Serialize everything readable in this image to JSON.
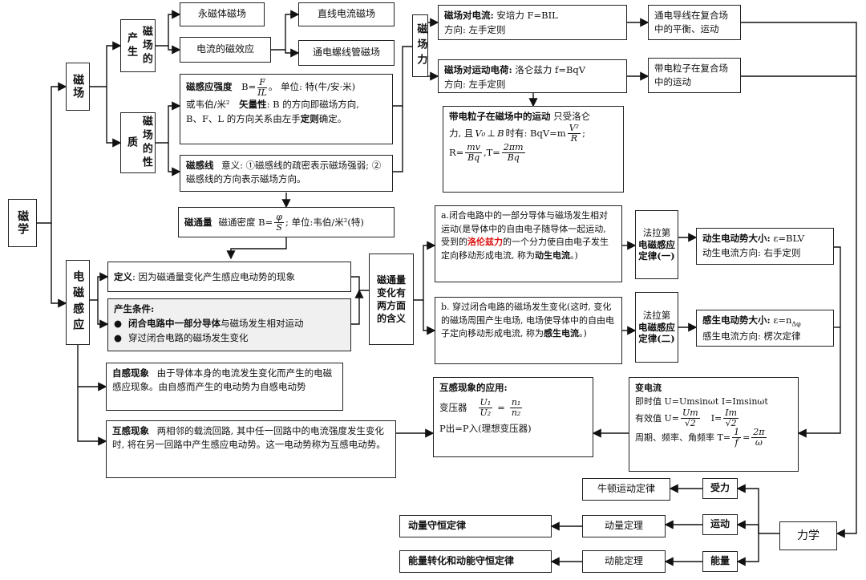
{
  "n": {
    "ci": "磁学",
    "cichang": "磁场",
    "chansheng": "磁场的产生",
    "yongci": "永磁体磁场",
    "dianliu_cixiao": "电流的磁效应",
    "zhixian": "直线电流磁场",
    "luoxian": "通电螺线管磁场",
    "xingzhi": "磁场的性质",
    "qiangdu": {
      "title": "磁感应强度",
      "formula_pre": "B=",
      "num": "F",
      "den": "IL",
      "unit": "。 单位: 特(牛/安·米)",
      "line2a": "或韦伯/米²",
      "vec_label": "矢量性",
      "line2b": ": B 的方向即磁场方向,",
      "line3a": "B、F、L 的方向关系由左手",
      "line3b": "定则",
      "line3c": "确定。"
    },
    "ganxian": {
      "title": "磁感线",
      "text": "意义: ①磁感线的疏密表示磁场强弱; ②磁感线的方向表示磁场方向。"
    },
    "citongliang": {
      "title": "磁通量",
      "text1": "磁通密度 B=",
      "num": "φ",
      "den": "S",
      "text2": "; 单位:韦伯/米²(特)"
    },
    "cichangli": "磁场力",
    "anpei": {
      "title": "磁场对电流:",
      "text": "安培力 F=BIL",
      "line2": "方向: 左手定则"
    },
    "pingheng": "通电导线在复合场中的平衡、运动",
    "luolunzi": {
      "title": "磁场对运动电荷:",
      "text": "洛仑兹力 f=BqV",
      "line2": "方向: 左手定则"
    },
    "lizi_fuhe": "带电粒子在复合场中的运动",
    "yundong": {
      "title": "带电粒子在磁场中的运动",
      "text1": "只受洛仑",
      "text2a": "力, 且",
      "v0": "V₀",
      "perp": "⊥",
      "bvec": "B",
      "text2b": "时有: BqV=m",
      "num": "V²",
      "den": "R",
      "text3a": "R=",
      "r_num": "mv",
      "r_den": "Bq",
      "text3b": ",T=",
      "t_num": "2πm",
      "t_den": "Bq"
    },
    "diancigan": "电磁感应",
    "dingyi": {
      "title": "定义",
      "text": ": 因为磁通量变化产生感应电动势的现象"
    },
    "tiaojian": {
      "title": "产生条件:",
      "b1": "闭合电路中一部分导体",
      "b1b": "与磁场发生相对运动",
      "b2": "穿过闭合电路的磁场发生变化"
    },
    "hanyi": "磁通量变化有两方面的含义",
    "a": {
      "t1": "a.闭合电路中的一部分导体与磁场发生相对运动(是导体中的自由电子随导体一起运动, 受到的",
      "red": "洛伦兹力",
      "t2": "的一个分力使自由电子发生定向移动形成电流, 称为",
      "bold": "动生电流",
      "t3": "。)"
    },
    "b": {
      "t1": "b. 穿过闭合电路的磁场发生变化(这时, 变化的磁场周围产生电场, 电场使导体中的自由电子定向移动形成电流, 称为",
      "bold": "感生电流",
      "t2": "。)"
    },
    "falade1": {
      "t1": "法拉第",
      "t2": "电磁感应定律(一)"
    },
    "falade2": {
      "t1": "法拉第",
      "t2": "电磁感应定律(二)"
    },
    "dongsheng": {
      "title": "动生电动势大小:",
      "text": "ε=BLV",
      "line2": "动生电流方向: 右手定则"
    },
    "gansheng": {
      "title": "感生电动势大小:",
      "text": "ε=n",
      "sub": "Δφ",
      "line2": "感生电流方向: 楞次定律"
    },
    "zigan": {
      "title": "自感现象",
      "text": "由于导体本身的电流发生变化而产生的电磁感应现象。由自感而产生的电动势为自感电动势"
    },
    "hugan": {
      "title": "互感现象",
      "text": "两相邻的载流回路, 其中任一回路中的电流强度发生变化 时, 将在另一回路中产生感应电动势。这一电动势称为互感电动势。"
    },
    "hugan_app": {
      "title": "互感现象的应用:",
      "bianyaqi": "变压器",
      "u1": "U₁",
      "u2": "U₂",
      "n1": "n₁",
      "n2": "n₂",
      "power": "P出=P入(理想变压器)"
    },
    "bian": {
      "title": "变电流",
      "l1": "即时值 U=Umsinωt I=Imsinωt",
      "l2a": "有效值 U=",
      "um": "Um",
      "s2": "√2",
      "l2b": "I=",
      "im": "Im",
      "l3a": "周期、频率、角频率 T=",
      "one": "1",
      "f": "f",
      "l3b": "=",
      "twopi": "2π",
      "omega": "ω"
    },
    "lixue": "力学",
    "shouli": "受力",
    "niudun": "牛顿运动定律",
    "yundong2": "运动",
    "dongliang_dl": "动量定理",
    "dongliang_sh": "动量守恒定律",
    "nengliang": "能量",
    "dongneng_dl": "动能定理",
    "nengliang_sh": "能量转化和动能守恒定律"
  }
}
